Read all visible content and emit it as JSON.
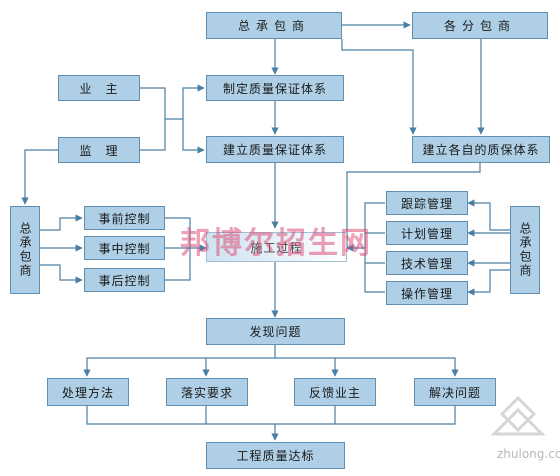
{
  "diagram": {
    "nodes": {
      "general_contractor_top": "总承包商",
      "subcontractors": "各分包商",
      "owner": "业　主",
      "supervisor": "监　理",
      "formulate_qa": "制定质量保证体系",
      "establish_qa": "建立质量保证体系",
      "establish_sub_qa": "建立各自的质保体系",
      "general_contractor_left": "总承包商",
      "general_contractor_right": "总承包商",
      "pre_control": "事前控制",
      "mid_control": "事中控制",
      "post_control": "事后控制",
      "construction_process": "施工过程",
      "tracking_mgmt": "跟踪管理",
      "plan_mgmt": "计划管理",
      "tech_mgmt": "技术管理",
      "operation_mgmt": "操作管理",
      "find_problems": "发现问题",
      "handling_method": "处理方法",
      "implement_requirements": "落实要求",
      "feedback_owner": "反馈业主",
      "solve_problems": "解决问题",
      "quality_target": "工程质量达标"
    },
    "colors": {
      "box_fill": "#aecfe6",
      "box_border": "#5f8fb2",
      "connector": "#4a7fa5"
    }
  },
  "watermark": {
    "text": "邦博尔招生网"
  },
  "corner_logo": {
    "text": "zhulong.com",
    "icon": "zhulong-logo-icon"
  }
}
